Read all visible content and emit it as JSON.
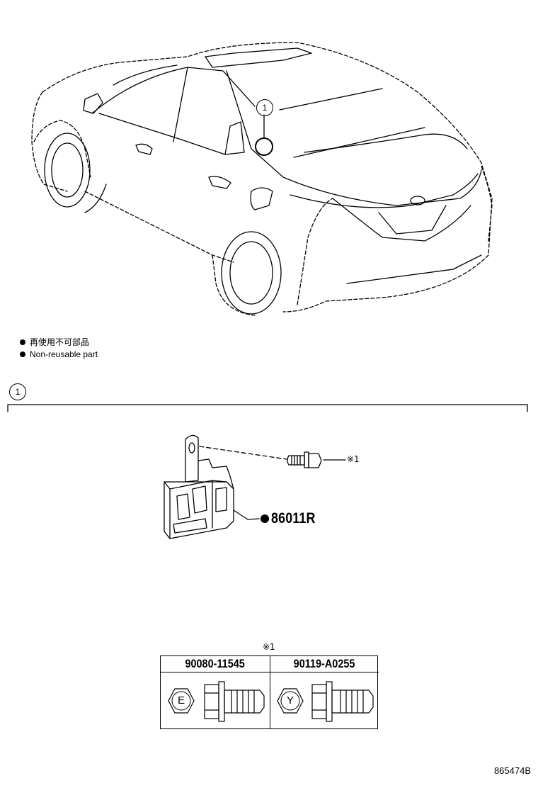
{
  "legend": {
    "ja_text": "再使用不可部品",
    "en_text": "Non-reusable part"
  },
  "callout": {
    "car_label": "1",
    "section_label": "1"
  },
  "parts": {
    "main_part_number": "86011R",
    "bolt_note": "※1"
  },
  "bolt_table": {
    "note": "※1",
    "columns": [
      {
        "part_number": "90080-11545",
        "head_mark": "E"
      },
      {
        "part_number": "90119-A0255",
        "head_mark": "Y"
      }
    ]
  },
  "diagram_code": "865474B"
}
